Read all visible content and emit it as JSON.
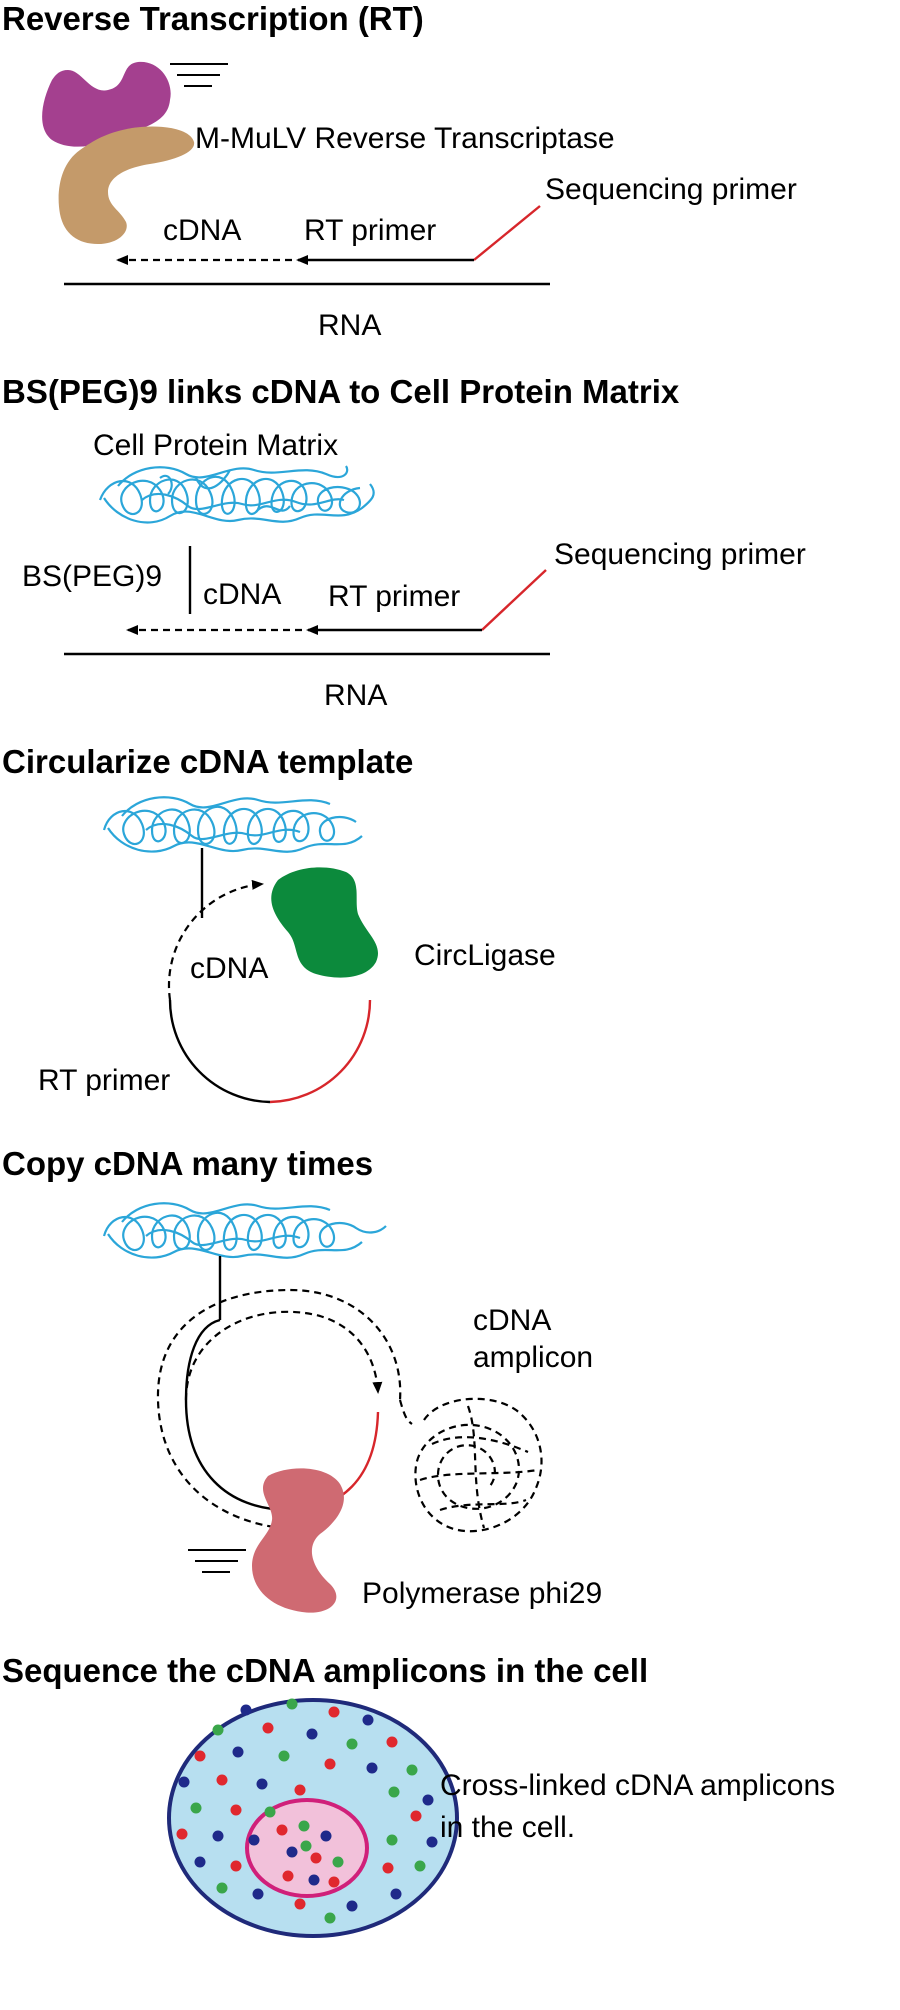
{
  "panels": {
    "rt": {
      "title": "Reverse Transcription (RT)",
      "enzyme": "M-MuLV Reverse Transcriptase",
      "seq_primer": "Sequencing primer",
      "cdna": "cDNA",
      "rt_primer": "RT primer",
      "rna": "RNA"
    },
    "link": {
      "title": "BS(PEG)9 links cDNA to Cell Protein Matrix",
      "matrix": "Cell Protein Matrix",
      "crosslinker": "BS(PEG)9",
      "cdna": "cDNA",
      "rt_primer": "RT primer",
      "seq_primer": "Sequencing primer",
      "rna": "RNA"
    },
    "circ": {
      "title": "Circularize cDNA template",
      "cdna": "cDNA",
      "ligase": "CircLigase",
      "rt_primer": "RT primer"
    },
    "copy": {
      "title": "Copy cDNA many times",
      "amplicon": "cDNA\namplicon",
      "amplicon_line1": "cDNA",
      "amplicon_line2": "amplicon",
      "polymerase": "Polymerase phi29"
    },
    "seq": {
      "title": "Sequence the cDNA amplicons in the cell",
      "caption_line1": "Cross-linked cDNA amplicons",
      "caption_line2": "in the cell."
    }
  },
  "colors": {
    "reverse_transcriptase_top": "#a4408f",
    "reverse_transcriptase_bottom": "#c49a6a",
    "protein_matrix": "#2ba6d9",
    "sequencing_primer": "#d7262b",
    "circligase": "#0c8a3c",
    "polymerase": "#cf6a72",
    "cell_fill": "#b7dff0",
    "cell_border": "#1f2a7a",
    "nucleus_fill": "#f2c1da",
    "nucleus_border": "#d0207a",
    "dot_red": "#e0282e",
    "dot_green": "#3aa64a",
    "dot_blue": "#1f2a8a"
  }
}
